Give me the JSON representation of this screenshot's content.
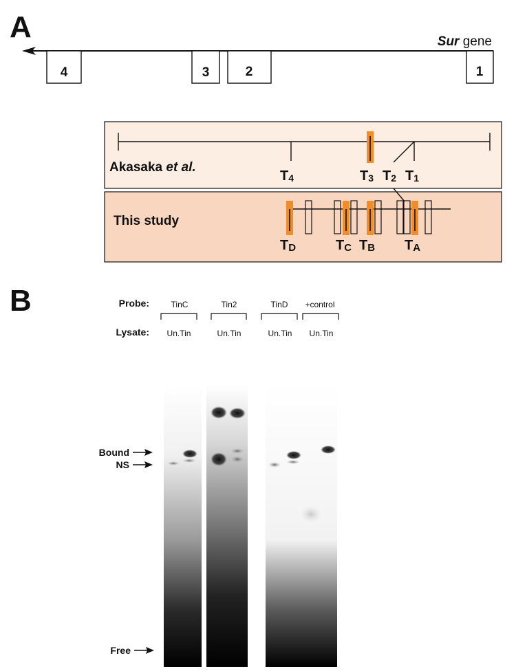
{
  "panel_a": {
    "letter": "A",
    "gene_name": "Sur",
    "gene_suffix": " gene",
    "exons": [
      "4",
      "3",
      "2",
      "1"
    ],
    "box1": {
      "author": "Akasaka ",
      "author_etal": "et al.",
      "sites": [
        {
          "main": "T",
          "sub": "4"
        },
        {
          "main": "T",
          "sub": "3"
        },
        {
          "main": "T",
          "sub": "2"
        },
        {
          "main": "T",
          "sub": "1"
        }
      ]
    },
    "box2": {
      "title": "This study",
      "sites": [
        {
          "main": "T",
          "sub": "D"
        },
        {
          "main": "T",
          "sub": "C"
        },
        {
          "main": "T",
          "sub": "B"
        },
        {
          "main": "T",
          "sub": "A"
        }
      ]
    },
    "colors": {
      "highlight": "#f28c28",
      "box1_fill": "#fdeee3",
      "box2_fill": "#f8d6bf"
    }
  },
  "panel_b": {
    "letter": "B",
    "probe_label": "Probe:",
    "lysate_label": "Lysate:",
    "probes": [
      "TinC",
      "Tin2",
      "TinD",
      "+control"
    ],
    "lysates": [
      "Un.Tin",
      "Un.Tin",
      "Un.Tin",
      "Un.Tin"
    ],
    "band_labels": {
      "bound": "Bound",
      "ns": "NS",
      "free": "Free"
    }
  }
}
